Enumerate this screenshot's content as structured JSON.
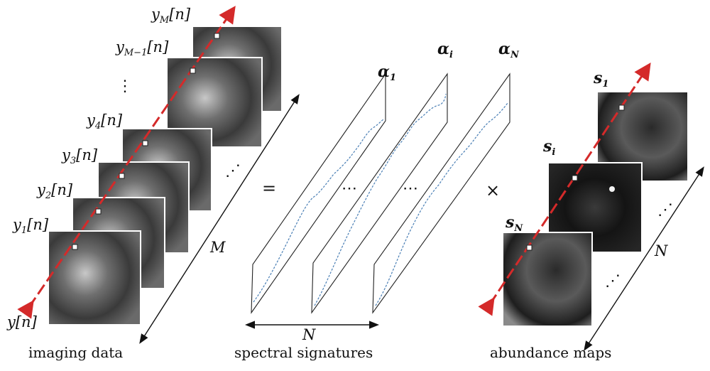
{
  "imaging_data": {
    "caption": "imaging data",
    "labels": {
      "y_M": {
        "base": "y",
        "sub": "M",
        "arg": "[n]"
      },
      "y_M_minus_1": {
        "base": "y",
        "sub": "M−1",
        "arg": "[n]"
      },
      "vdots": "⋮",
      "y_4": {
        "base": "y",
        "sub": "4",
        "arg": "[n]"
      },
      "y_3": {
        "base": "y",
        "sub": "3",
        "arg": "[n]"
      },
      "y_2": {
        "base": "y",
        "sub": "2",
        "arg": "[n]"
      },
      "y_1": {
        "base": "y",
        "sub": "1",
        "arg": "[n]"
      },
      "y": "y[n]"
    },
    "axis_label": "M",
    "diag_dots": "⋰"
  },
  "equals_sign": "=",
  "times_sign": "×",
  "spectral_signatures": {
    "caption": "spectral signatures",
    "labels": [
      {
        "base": "α",
        "sub": "1"
      },
      {
        "base": "α",
        "sub": "i"
      },
      {
        "base": "α",
        "sub": "N"
      }
    ],
    "ellipsis_1": "⋯",
    "ellipsis_2": "⋯",
    "axis_label": "N"
  },
  "abundance_maps": {
    "caption": "abundance maps",
    "labels": [
      {
        "base": "s",
        "sub": "1"
      },
      {
        "base": "s",
        "sub": "i"
      },
      {
        "base": "s",
        "sub": "N"
      }
    ],
    "axis_label": "N",
    "diag_dots": "⋰"
  },
  "colors": {
    "pixel_line": "#d42a2a",
    "spectrum": "#4a7fb5",
    "image_dark": "#1c1c1c",
    "image_light": "#9a9a9a"
  }
}
